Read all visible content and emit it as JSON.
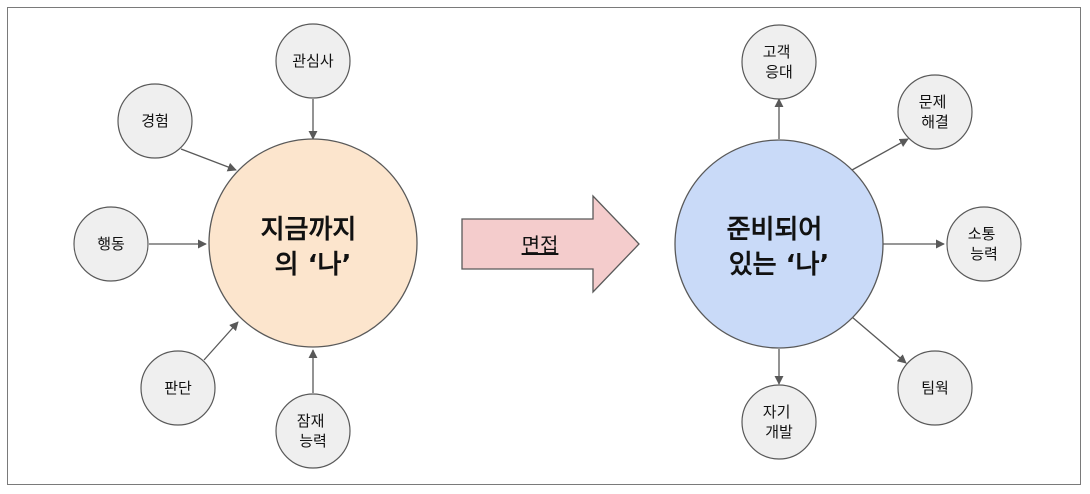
{
  "left": {
    "center_lines": [
      "지금까지",
      "의 ‘나’"
    ],
    "nodes": {
      "interest": [
        "관심사"
      ],
      "experience": [
        "경험"
      ],
      "action": [
        "행동"
      ],
      "judgment": [
        "판단"
      ],
      "potential": [
        "잠재",
        "능력"
      ]
    }
  },
  "arrow_label": "면접",
  "right": {
    "center_lines": [
      "준비되어",
      "있는 ‘나’"
    ],
    "nodes": {
      "customer": [
        "고객",
        "응대"
      ],
      "problem": [
        "문제",
        "해결"
      ],
      "communication": [
        "소통",
        "능력"
      ],
      "teamwork": [
        "팀웍"
      ],
      "selfdev": [
        "자기",
        "개발"
      ]
    }
  },
  "colors": {
    "left_center_fill": "#fce5cd",
    "right_center_fill": "#c9daf8",
    "node_fill": "#efefef",
    "arrow_fill": "#f4cccc",
    "stroke": "#595959"
  }
}
